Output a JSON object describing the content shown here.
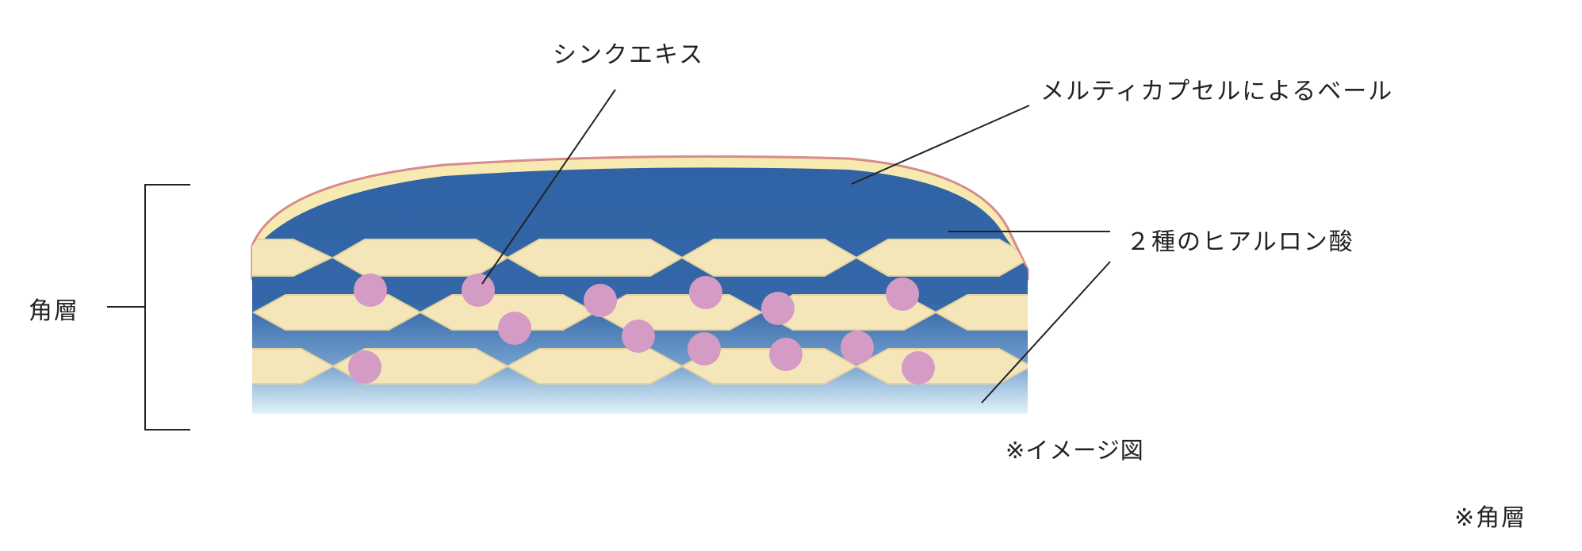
{
  "labels": {
    "zinc_extract": "シンクエキス",
    "multicapsule_veil": "メルティカプセルによるベール",
    "hyaluronic_acid": "２種のヒアルロン酸",
    "stratum_corneum": "角層",
    "image_note": "※イメージ図",
    "footnote": "※角層"
  },
  "colors": {
    "deep_blue": "#3063A5",
    "light_blue": "#D6EEF8",
    "cell_cream": "#F5E6BA",
    "cell_edge": "#E6D29C",
    "dot_pink": "#D49BC4",
    "veil_yellow": "#F7EAB0",
    "veil_edge": "#D98A8A",
    "line": "#222222"
  }
}
